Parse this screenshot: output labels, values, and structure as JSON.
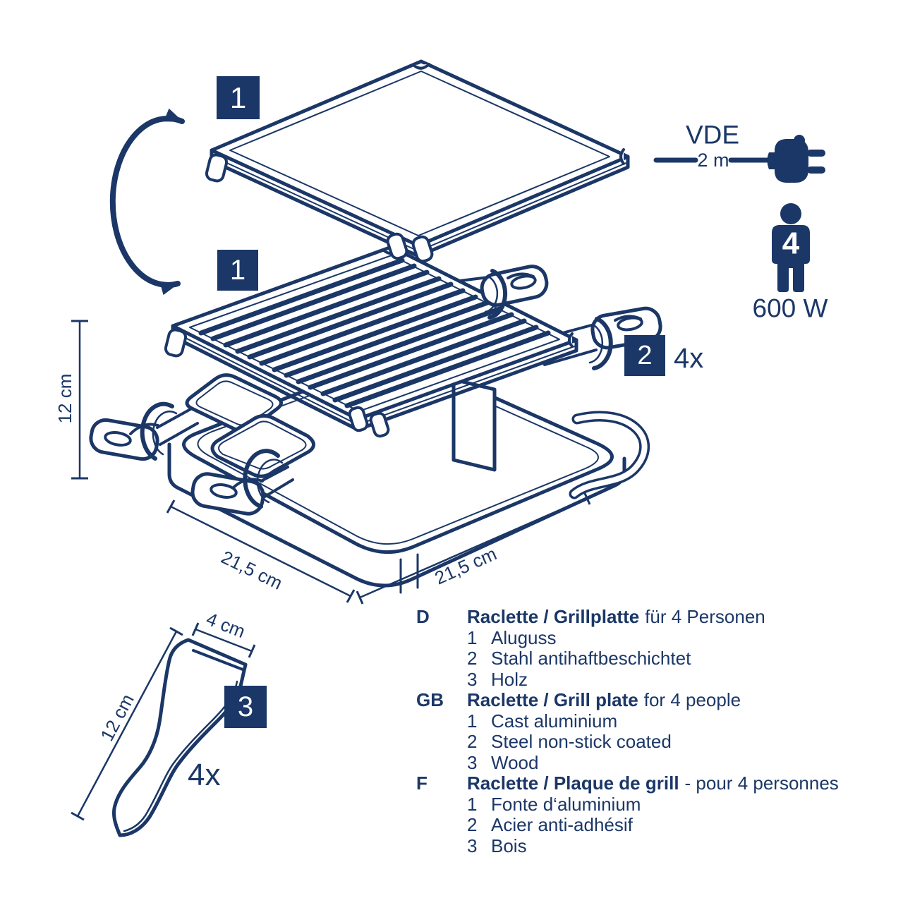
{
  "colors": {
    "accent": "#1b3767",
    "background": "#ffffff",
    "label_text": "#ffffff"
  },
  "part_labels": {
    "plate_top": "1",
    "plate_grill": "1",
    "pan": "2",
    "pan_qty": "4x",
    "spatula": "3",
    "spatula_qty": "4x"
  },
  "specs": {
    "certification": "VDE",
    "cable_length": "2 m",
    "persons": "4",
    "power": "600 W"
  },
  "dimensions": {
    "device_height": "12 cm",
    "base_width": "21,5 cm",
    "base_depth": "21,5 cm",
    "spatula_blade_width": "4 cm",
    "spatula_length": "12 cm"
  },
  "legend": {
    "sections": [
      {
        "lang": "D",
        "title": "Raclette / Grillplatte",
        "subtitle": "für 4 Personen",
        "items": [
          {
            "num": "1",
            "text": "Aluguss"
          },
          {
            "num": "2",
            "text": "Stahl antihaftbeschichtet"
          },
          {
            "num": "3",
            "text": "Holz"
          }
        ]
      },
      {
        "lang": "GB",
        "title": "Raclette / Grill plate",
        "subtitle": "for 4 people",
        "items": [
          {
            "num": "1",
            "text": "Cast aluminium"
          },
          {
            "num": "2",
            "text": "Steel non-stick coated"
          },
          {
            "num": "3",
            "text": "Wood"
          }
        ]
      },
      {
        "lang": "F",
        "title": "Raclette / Plaque de grill",
        "subtitle": "- pour 4 personnes",
        "items": [
          {
            "num": "1",
            "text": "Fonte d‘aluminium"
          },
          {
            "num": "2",
            "text": "Acier anti-adhésif"
          },
          {
            "num": "3",
            "text": "Bois"
          }
        ]
      }
    ]
  }
}
